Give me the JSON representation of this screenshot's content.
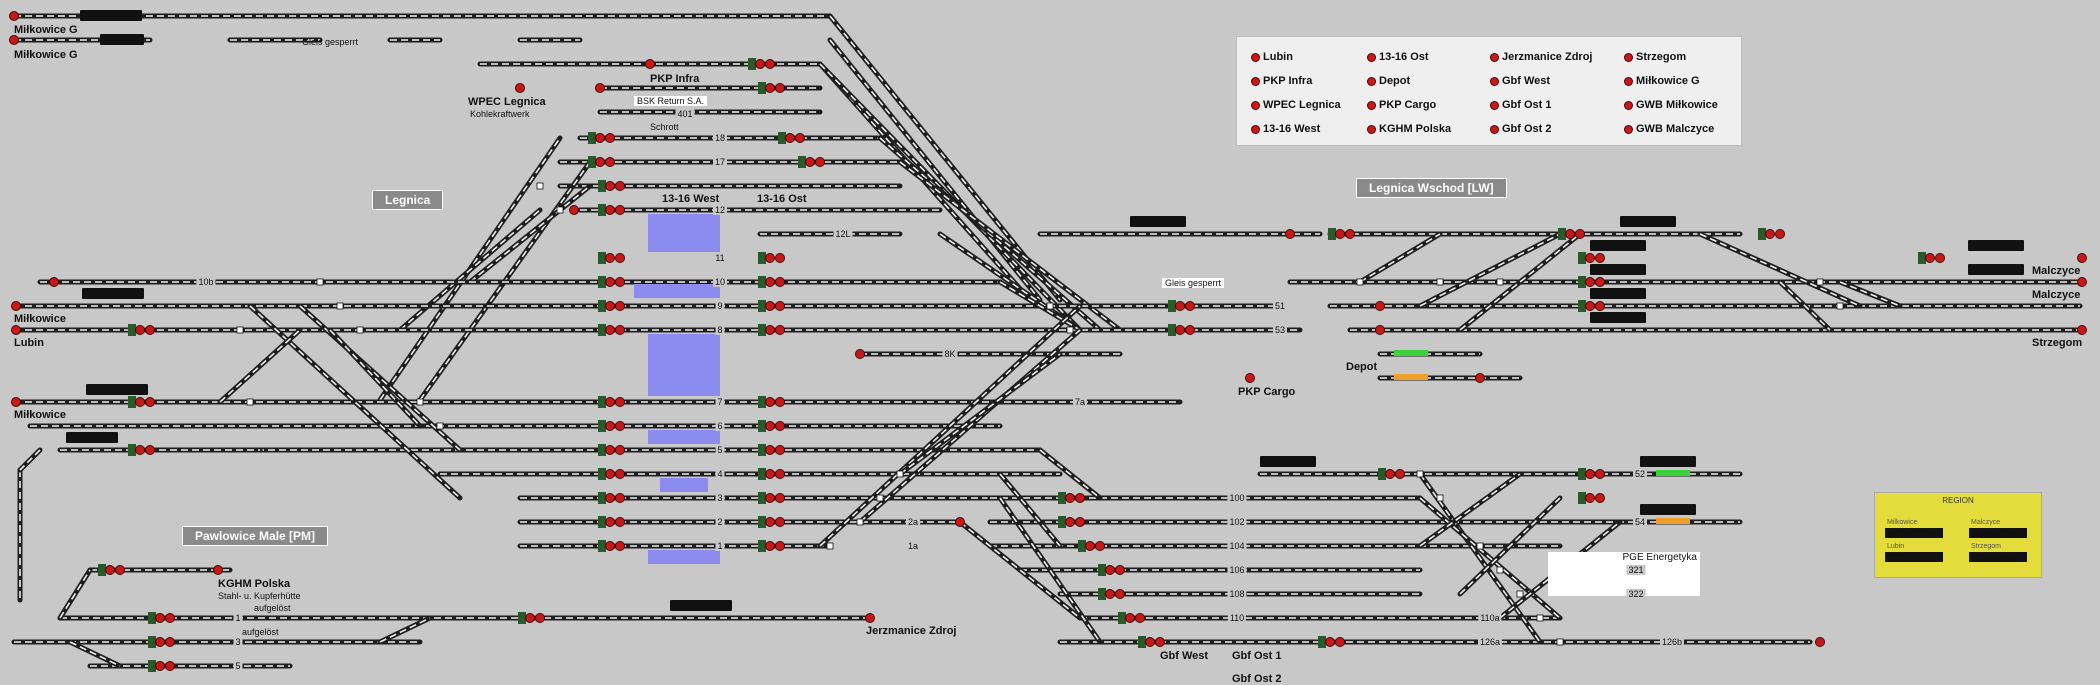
{
  "stations": {
    "milkowice_g_1": "Miłkowice G",
    "milkowice_g_2": "Miłkowice G",
    "gleis_gesperrt_top": "Gleis gesperrt",
    "pkp_infra": "PKP Infra",
    "wpec_legnica": "WPEC Legnica",
    "kohlekraftwerk": "Kohlekraftwerk",
    "bsk_return": "BSK Return S.A.",
    "schrott": "Schrott",
    "west_13_16": "13-16 West",
    "ost_13_16": "13-16 Ost",
    "milkowice_1": "Miłkowice",
    "lubin": "Lubin",
    "milkowice_2": "Miłkowice",
    "gleis_gesperrt_mid": "Gleis gesperrt",
    "depot": "Depot",
    "pkp_cargo": "PKP Cargo",
    "malczyce_1": "Malczyce",
    "malczyce_2": "Malczyce",
    "strzegom": "Strzegom",
    "kghm_polska": "KGHM Polska",
    "stahl_kupfer": "Stahl- u. Kupferhütte",
    "aufgeloest_1": "aufgelöst",
    "aufgeloest_2": "aufgelöst",
    "jerzmanice_zdroj": "Jerzmanice Zdroj",
    "gbf_west": "Gbf West",
    "gbf_ost_1": "Gbf Ost 1",
    "gbf_ost_2": "Gbf Ost 2",
    "pge_energetyka": "PGE Energetyka"
  },
  "areas": {
    "legnica": "Legnica",
    "legnica_wschod": "Legnica Wschod [LW]",
    "pawlowice": "Pawlowice Male [PM]"
  },
  "tracks": {
    "t401": "401",
    "t18": "18",
    "t17": "17",
    "t12": "12",
    "t12L": "12L",
    "t11": "11",
    "t10": "10",
    "t10b": "10b",
    "t9": "9",
    "t8": "8",
    "t8K": "8K",
    "t7": "7",
    "t7a": "7a",
    "t6": "6",
    "t5": "5",
    "t4": "4",
    "t3": "3",
    "t2": "2",
    "t2a": "2a",
    "t1": "1",
    "t1a": "1a",
    "t51": "51",
    "t53": "53",
    "t52": "52",
    "t54": "54",
    "t100": "100",
    "t102": "102",
    "t104": "104",
    "t106": "106",
    "t108": "108",
    "t110": "110",
    "t110a": "110a",
    "t126a": "126a",
    "t126b": "126b",
    "t321": "321",
    "t322": "322",
    "pm1": "1",
    "pm3": "3",
    "pm5": "5"
  },
  "legend": [
    {
      "label": "Lubin"
    },
    {
      "label": "13-16 Ost"
    },
    {
      "label": "Jerzmanice Zdroj"
    },
    {
      "label": "Strzegom"
    },
    {
      "label": "PKP Infra"
    },
    {
      "label": "Depot"
    },
    {
      "label": "Gbf West"
    },
    {
      "label": "Miłkowice G"
    },
    {
      "label": "WPEC Legnica"
    },
    {
      "label": "PKP Cargo"
    },
    {
      "label": "Gbf Ost 1"
    },
    {
      "label": "GWB Miłkowice"
    },
    {
      "label": "13-16 West"
    },
    {
      "label": "KGHM Polska"
    },
    {
      "label": "Gbf Ost 2"
    },
    {
      "label": "GWB Malczyce"
    }
  ],
  "region": {
    "title": "REGION",
    "milkowice": "Milkowice",
    "malczyce": "Malczyce",
    "lubin": "Lubin",
    "strzegom": "Strzegom"
  },
  "colors": {
    "background": "#c8c8c8",
    "track": "#1e1e1e",
    "track_edge": "#f0f0f0",
    "signal_red": "#c81818",
    "occupied_blue": "#8c8cf0",
    "route_green": "#3cd23c",
    "route_orange": "#f0a028"
  }
}
